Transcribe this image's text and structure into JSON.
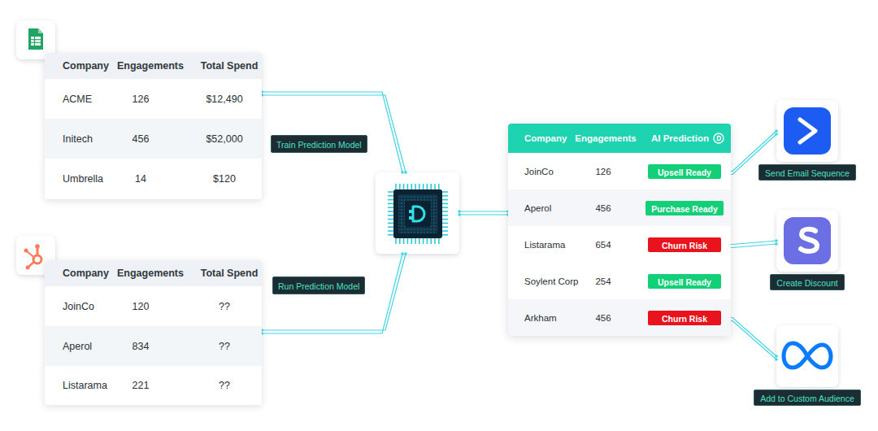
{
  "diagram": {
    "nodes": [
      {
        "text": [
          "Company",
          "Engagements",
          "Total Spend",
          "ACME",
          "126",
          "$12,490",
          "Initech",
          "456",
          "$52,000",
          "Umbrella",
          "14",
          "$120"
        ]
      },
      {
        "text": [
          "Train Prediction Model"
        ]
      },
      {
        "text": [
          "Company",
          "Engagements",
          "Total Spend",
          "JoinCo",
          "120",
          "??",
          "Aperol",
          "834",
          "??",
          "Listarama",
          "221",
          "??"
        ]
      },
      {
        "text": [
          "Run Prediction Model"
        ]
      },
      {
        "text": []
      },
      {
        "text": [
          "Company",
          "Engagements",
          "AI Prediction",
          "JoinCo",
          "126",
          "Aperol",
          "456",
          "Listarama",
          "654",
          "Soylent Corp",
          "254",
          "Arkham",
          "456"
        ]
      },
      {
        "text": [
          "Upsell Ready"
        ],
        "in": 5
      },
      {
        "text": [
          "Purchase Ready"
        ],
        "in": 5
      },
      {
        "text": [
          "Churn Risk"
        ],
        "in": 5
      },
      {
        "text": [
          "Upsell Ready"
        ],
        "in": 5
      },
      {
        "text": [
          "Churn Risk"
        ],
        "in": 5
      },
      {
        "text": [
          "Send Email Sequence"
        ]
      },
      {
        "text": [
          "Create Discount"
        ]
      },
      {
        "text": [
          "Add to Custom Audience"
        ]
      }
    ],
    "edges": [
      {
        "from": 0,
        "to": 4,
        "arrow": "none"
      },
      {
        "from": 2,
        "to": 4,
        "arrow": "none"
      },
      {
        "from": 4,
        "to": 5,
        "arrow": "none"
      },
      {
        "from": 6,
        "to": 11,
        "arrow": "none"
      },
      {
        "from": 8,
        "to": 12,
        "arrow": "none"
      },
      {
        "from": 10,
        "to": 13,
        "arrow": "none"
      }
    ]
  }
}
